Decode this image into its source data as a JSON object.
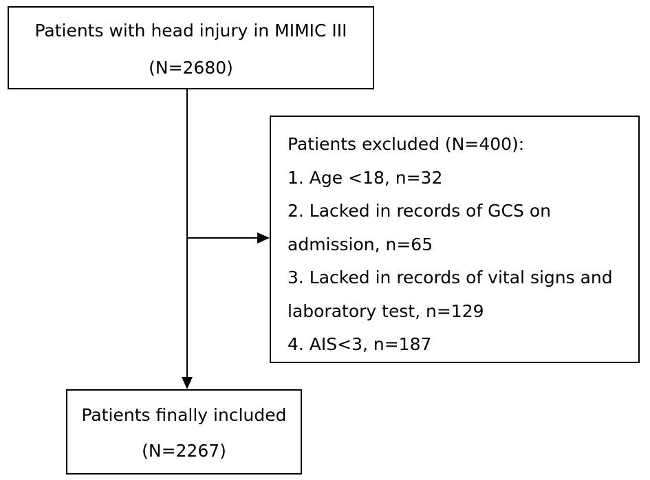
{
  "top_box": {
    "line1": "Patients with head injury in MIMIC III",
    "line2": "(N=2680)"
  },
  "exclusion_box": {
    "title": "Patients excluded (N=400):",
    "items": [
      "1. Age <18, n=32",
      "2. Lacked in records of GCS on",
      "admission, n=65",
      "3. Lacked in records of vital signs and",
      "laboratory test,  n=129",
      "4. AIS<3, n=187"
    ]
  },
  "bottom_box": {
    "line1": "Patients finally included",
    "line2": "(N=2267)"
  },
  "colors": {
    "stroke": "#000000",
    "background": "#ffffff",
    "text": "#000000"
  }
}
